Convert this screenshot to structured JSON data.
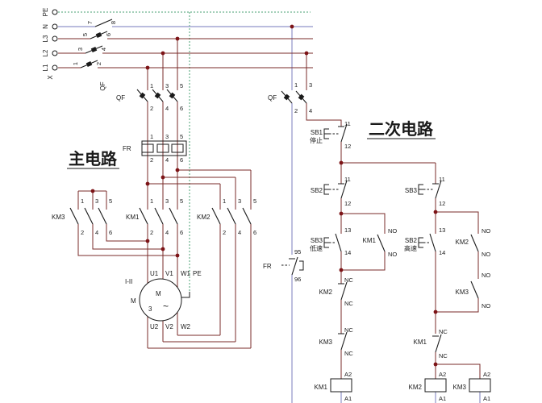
{
  "titles": {
    "main": "主电路",
    "secondary": "二次电路"
  },
  "bus": {
    "pe": "PE",
    "n": "N",
    "l3": "L3",
    "l2": "L2",
    "l1": "L1",
    "x": "X"
  },
  "sym": {
    "qf": "QF",
    "fr": "FR",
    "km1": "KM1",
    "km2": "KM2",
    "km3": "KM3",
    "sb1": "SB1",
    "sb2": "SB2",
    "sb3": "SB3"
  },
  "num": {
    "1": "1",
    "2": "2",
    "3": "3",
    "4": "4",
    "5": "5",
    "6": "6",
    "7": "7",
    "8": "8"
  },
  "term": {
    "11": "11",
    "12": "12",
    "13": "13",
    "14": "14",
    "95": "95",
    "96": "96",
    "no": "NO",
    "nc": "NC",
    "a1": "A1",
    "a2": "A2"
  },
  "captions": {
    "stop": "停止",
    "low": "低速",
    "high": "高速"
  },
  "motor": {
    "u1": "U1",
    "v1": "V1",
    "w1": "W1",
    "pe": "PE",
    "u2": "U2",
    "v2": "V2",
    "w2": "W2",
    "m": "M",
    "m_inner": "M",
    "phases": "3",
    "wave": "~",
    "winding": "I-II"
  },
  "colors": {
    "phase": "#7a2b28",
    "neutral": "#9093c9",
    "pe": "#4aa273",
    "symbol": "#1a1a1a",
    "dot": "#7d1417",
    "text": "#1a1a1a"
  }
}
